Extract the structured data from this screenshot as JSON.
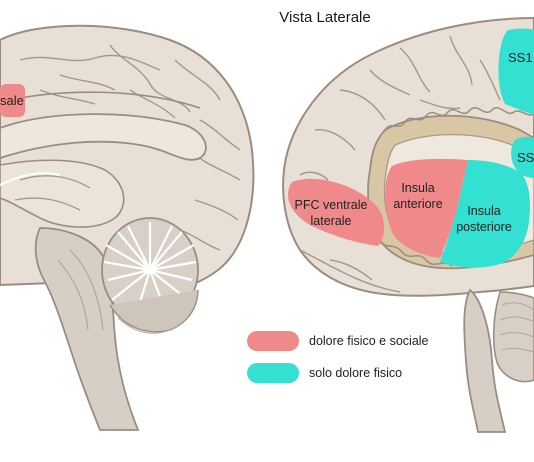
{
  "title": "Vista Laterale",
  "colors": {
    "physical_social": "#f08a8a",
    "physical_only": "#33e0d2",
    "brain_fill": "#e8e0d6",
    "brain_line": "#9a8d80",
    "brainstem_fill": "#d6cfc5",
    "insula_band": "#d9c6a4"
  },
  "regions": {
    "left_cingulate": "sale",
    "pfc": "PFC ventrale\nlaterale",
    "insula_anterior": "Insula\nanteriore",
    "insula_posterior": "Insula\nposteriore",
    "ss1": "SS1",
    "ss2": "SS"
  },
  "legend": [
    {
      "label": "dolore fisico e sociale",
      "color": "#f08a8a"
    },
    {
      "label": "solo dolore fisico",
      "color": "#33e0d2"
    }
  ]
}
